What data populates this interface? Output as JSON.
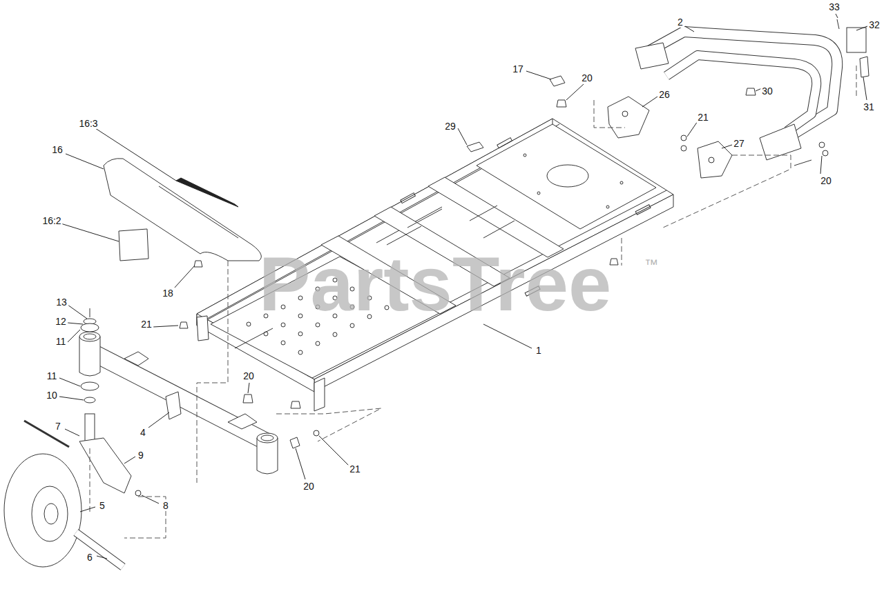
{
  "diagram": {
    "labels": [
      "33",
      "32",
      "2",
      "30",
      "31",
      "17",
      "20",
      "26",
      "21",
      "27",
      "20",
      "29",
      "16:3",
      "16",
      "16:2",
      "18",
      "13",
      "12",
      "11",
      "21",
      "1",
      "20",
      "11",
      "10",
      "7",
      "9",
      "4",
      "5",
      "8",
      "21",
      "20",
      "6",
      "PartsTree",
      "™"
    ]
  }
}
